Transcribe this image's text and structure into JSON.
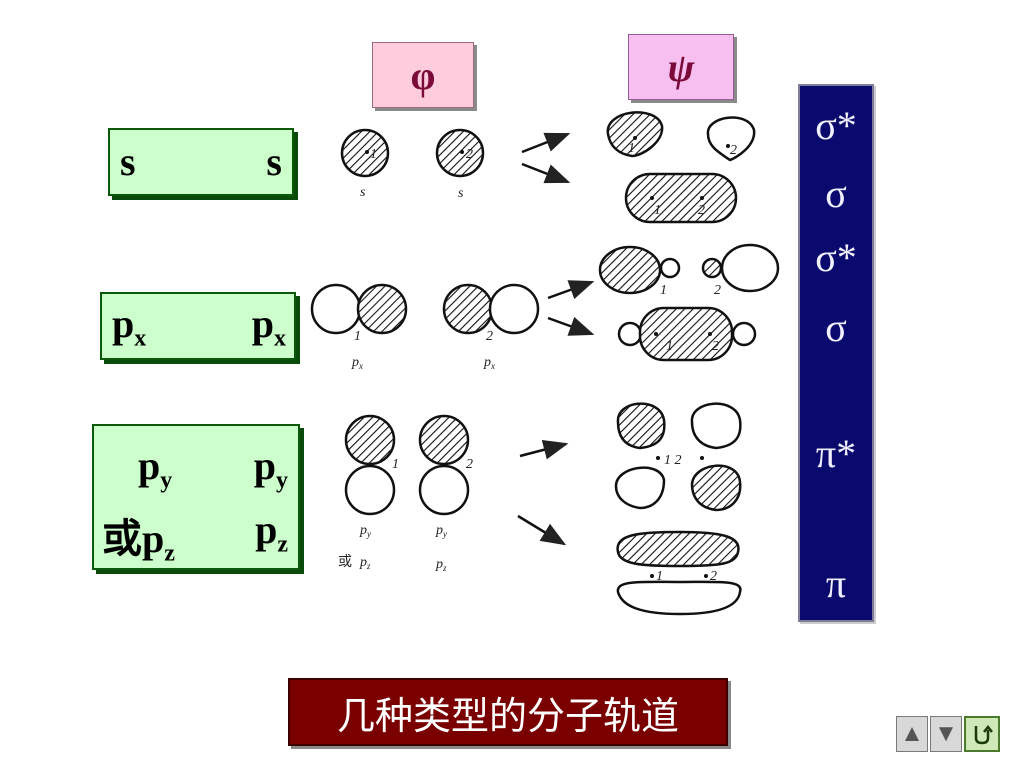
{
  "headers": {
    "phi": "φ",
    "psi": "ψ"
  },
  "rows": [
    {
      "left": "s",
      "right": "s"
    },
    {
      "left": "p",
      "left_sub": "x",
      "right": "p",
      "right_sub": "x"
    },
    {
      "left": "p",
      "left_sub": "y",
      "right": "p",
      "right_sub": "y",
      "left2_prefix": "或p",
      "left2_sub": "z",
      "right2": "p",
      "right2_sub": "z"
    }
  ],
  "sidebar_symbols": [
    "σ*",
    "σ",
    "σ*",
    "σ",
    "π*",
    "π"
  ],
  "diagram_labels": {
    "num1": "1",
    "num2": "2",
    "num12": "1 2",
    "s": "s",
    "px_p": "p",
    "px_sub": "x",
    "py_p": "p",
    "py_sub": "y",
    "huo": "或",
    "pz_sub": "z"
  },
  "caption": "几种类型的分子轨道",
  "nav": {
    "up": "▲",
    "down": "▼"
  }
}
